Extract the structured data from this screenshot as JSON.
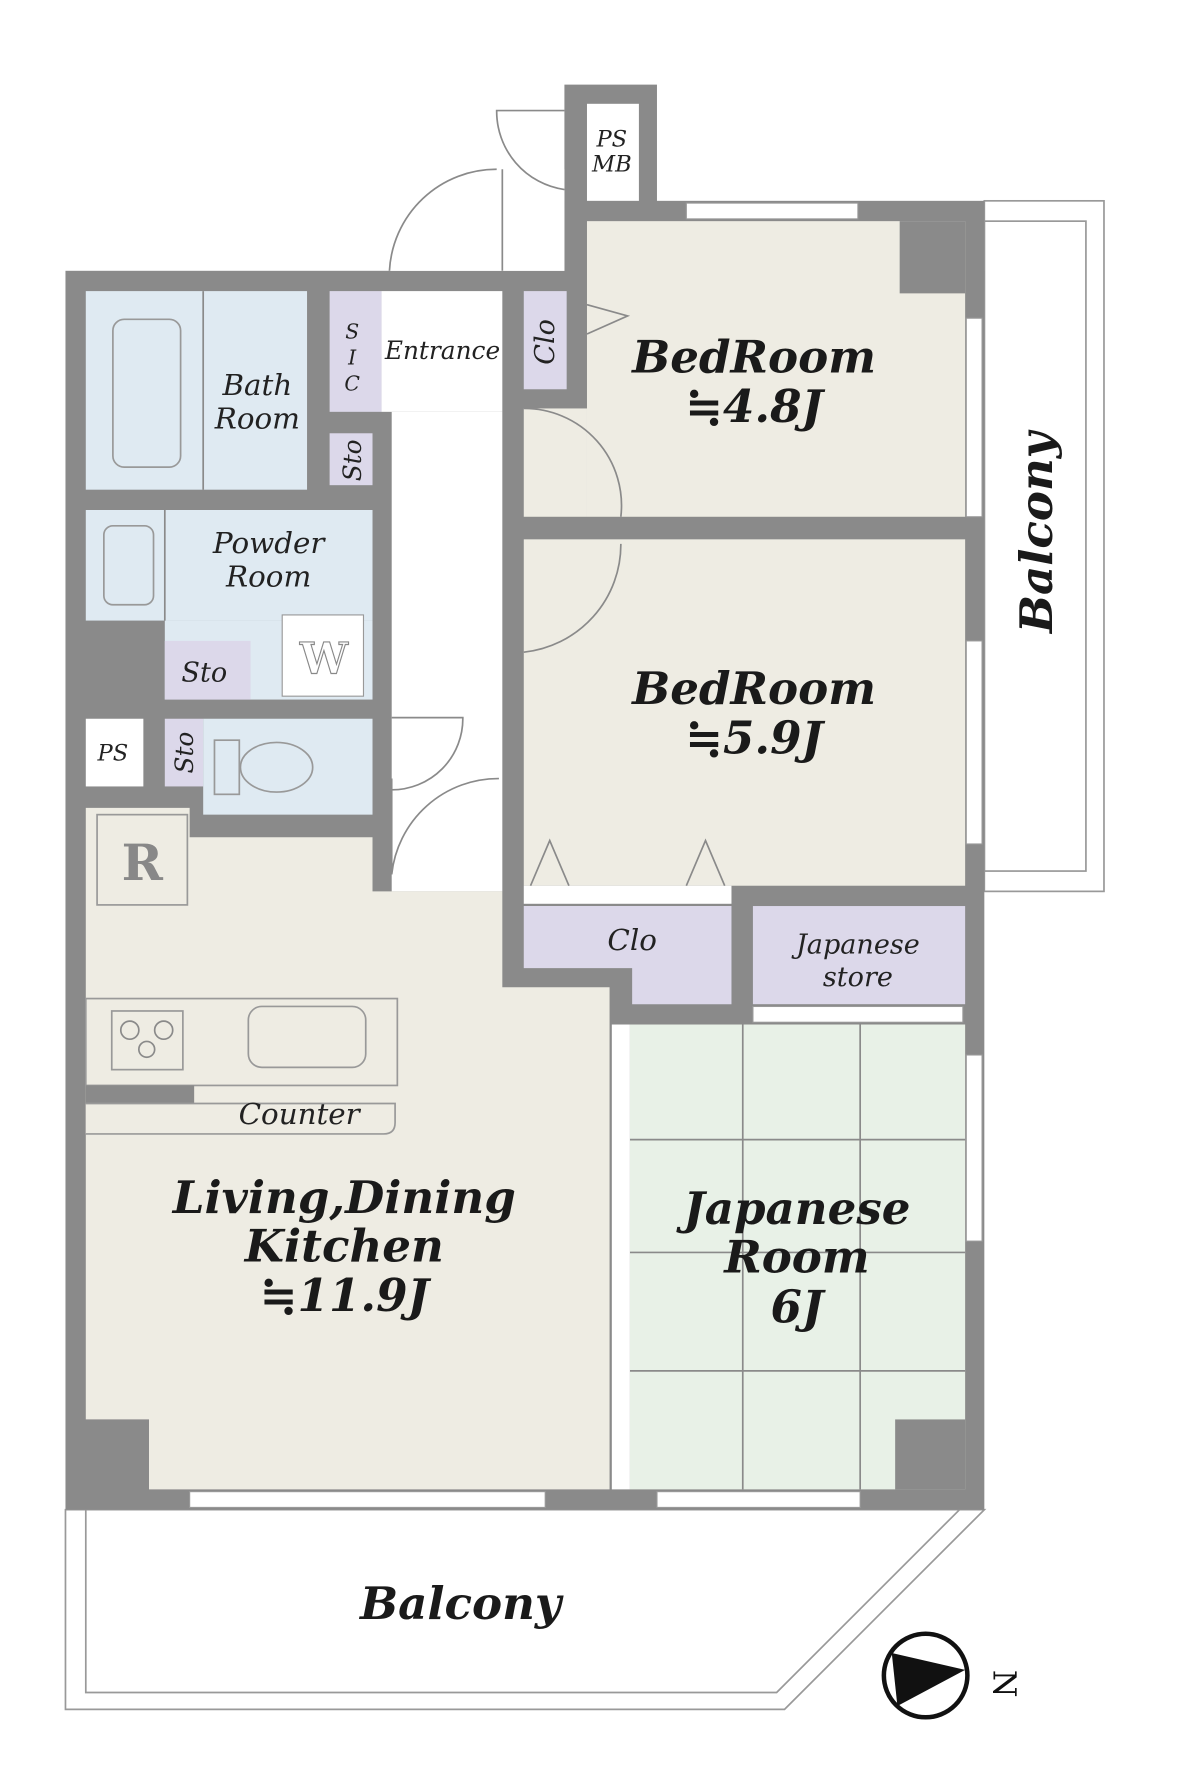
{
  "rooms": {
    "bedroom1": {
      "name": "BedRoom",
      "size": "≒4.8J"
    },
    "bedroom2": {
      "name": "BedRoom",
      "size": "≒5.9J"
    },
    "ldk": {
      "line1": "Living,Dining",
      "line2": "Kitchen",
      "size": "≒11.9J"
    },
    "japanese_room": {
      "line1": "Japanese",
      "line2": "Room",
      "size": "6J"
    },
    "bath": {
      "line1": "Bath",
      "line2": "Room"
    },
    "powder": {
      "line1": "Powder",
      "line2": "Room"
    },
    "entrance": "Entrance",
    "sic": [
      "S",
      "I",
      "C"
    ],
    "ps_mb": [
      "PS",
      "MB"
    ],
    "ps": "PS",
    "clo": "Clo",
    "sto": "Sto",
    "japanese_store": [
      "Japanese",
      "store"
    ],
    "counter": "Counter",
    "refrigerator": "R",
    "washer": "W",
    "balcony": "Balcony"
  },
  "compass": {
    "label": "N"
  }
}
